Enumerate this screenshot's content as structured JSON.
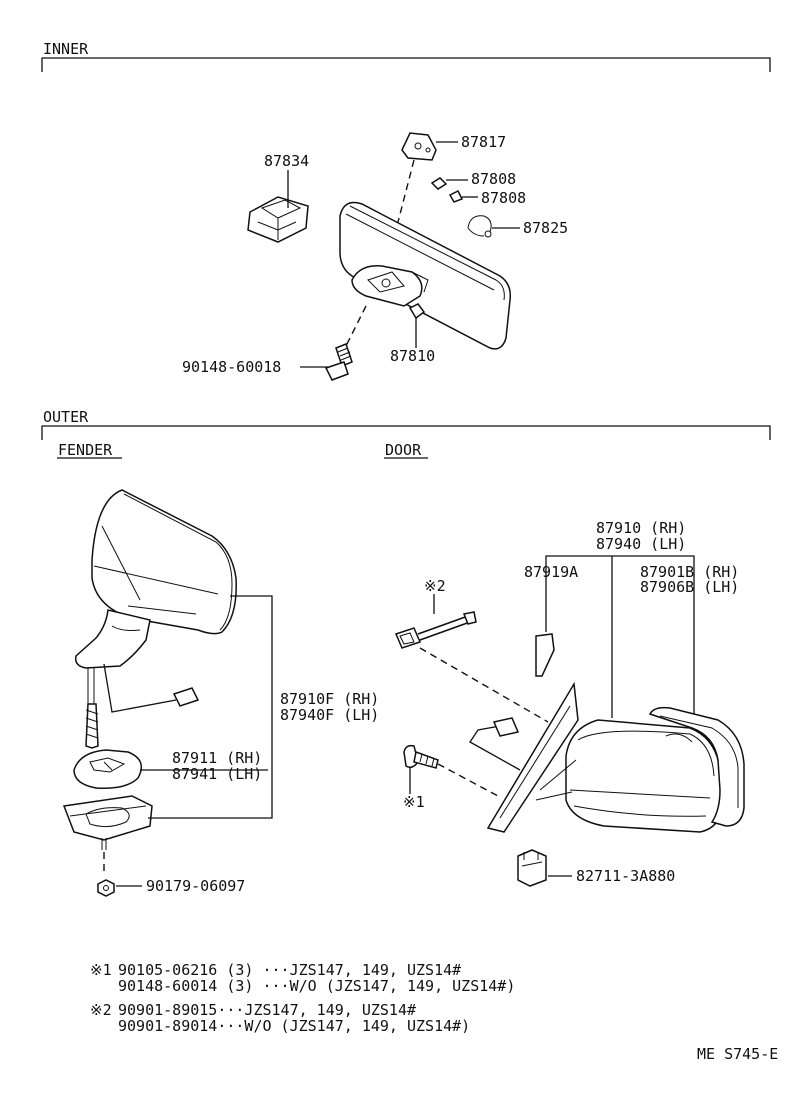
{
  "sections": {
    "inner": "INNER",
    "outer": "OUTER",
    "fender": "FENDER",
    "door": "DOOR"
  },
  "inner_labels": {
    "p87817": "87817",
    "p87834": "87834",
    "p87808a": "87808",
    "p87808b": "87808",
    "p87825": "87825",
    "p90148": "90148-60018",
    "p87810": "87810"
  },
  "fender_labels": {
    "p87910f": "87910F (RH)",
    "p87940f": "87940F (LH)",
    "p87911": "87911 (RH)",
    "p87941": "87941 (LH)",
    "p90179": "90179-06097"
  },
  "door_labels": {
    "p87910": "87910 (RH)",
    "p87940": "87940 (LH)",
    "p87919a": "87919A",
    "p87901b": "87901B (RH)",
    "p87906b": "87906B (LH)",
    "mark2": "※2",
    "mark1": "※1",
    "p82711": "82711-3A880"
  },
  "notes": {
    "n1_mark": "※1",
    "n1_line1": "90105-06216 (3) ···JZS147, 149, UZS14#",
    "n1_line2": "90148-60014 (3) ···W/O (JZS147, 149, UZS14#)",
    "n2_mark": "※2",
    "n2_line1": "90901-89015···JZS147, 149, UZS14#",
    "n2_line2": "90901-89014···W/O (JZS147, 149, UZS14#)"
  },
  "code": "ME S745-E"
}
